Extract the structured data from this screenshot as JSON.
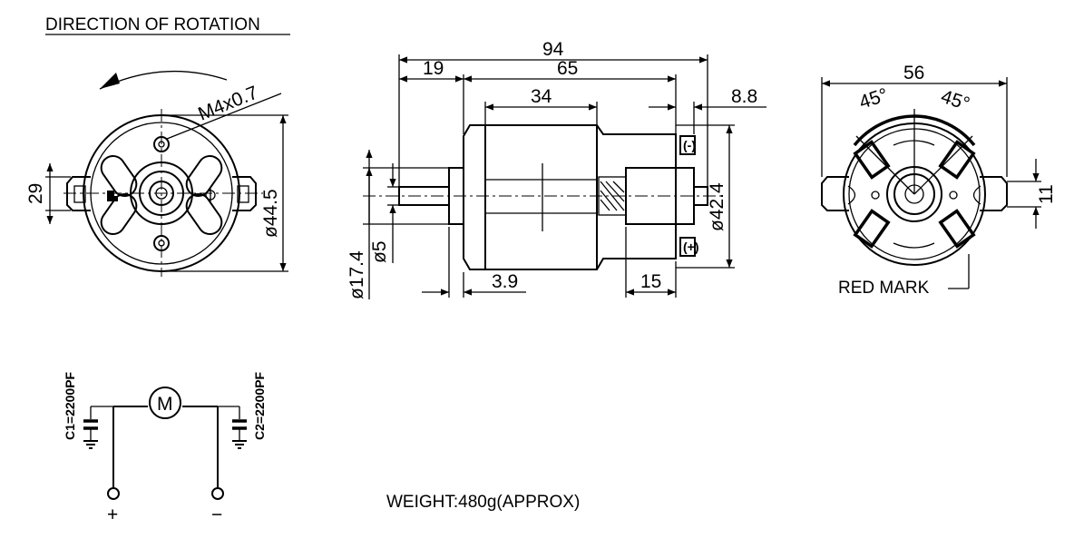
{
  "header": {
    "title": "DIRECTION OF ROTATION"
  },
  "front_view": {
    "thread_label": "M4x0.7",
    "height_dim": "29",
    "diameter_dim": "ø44.5"
  },
  "side_view": {
    "overall_length": "94",
    "shaft_length": "19",
    "body_length": "65",
    "magnet_length": "34",
    "terminal_offset": "8.8",
    "body_diameter": "ø42.4",
    "boss_diameter": "ø17.4",
    "shaft_diameter": "ø5",
    "boss_length": "3.9",
    "brush_length": "15"
  },
  "rear_view": {
    "width_dim": "56",
    "angle_left": "45°",
    "angle_right": "45°",
    "terminal_dim": "11",
    "red_mark_label": "RED MARK"
  },
  "circuit": {
    "motor_symbol": "M",
    "c1_label": "C1=2200PF",
    "c2_label": "C2=2200PF",
    "plus_label": "+",
    "minus_label": "−"
  },
  "weight": {
    "label": "WEIGHT:480g(APPROX)"
  }
}
